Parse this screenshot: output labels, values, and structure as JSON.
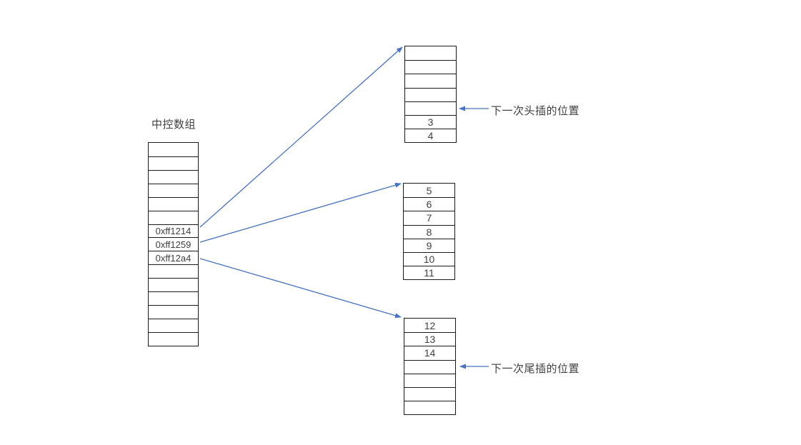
{
  "colors": {
    "arrow": "#4472C4",
    "border": "#1a1a1a",
    "text": "#404040",
    "background": "#ffffff"
  },
  "central_array": {
    "label": "中控数组",
    "cells": [
      "",
      "",
      "",
      "",
      "",
      "",
      "0xff1214",
      "0xff1259",
      "0xff12a4",
      "",
      "",
      "",
      "",
      "",
      ""
    ]
  },
  "buffers": [
    {
      "name": "buffer-top",
      "cells": [
        "",
        "",
        "",
        "",
        "",
        "3",
        "4"
      ]
    },
    {
      "name": "buffer-middle",
      "cells": [
        "5",
        "6",
        "7",
        "8",
        "9",
        "10",
        "11"
      ]
    },
    {
      "name": "buffer-bottom",
      "cells": [
        "12",
        "13",
        "14",
        "",
        "",
        "",
        ""
      ]
    }
  ],
  "annotations": {
    "head_insert": "下一次头插的位置",
    "tail_insert": "下一次尾插的位置"
  }
}
